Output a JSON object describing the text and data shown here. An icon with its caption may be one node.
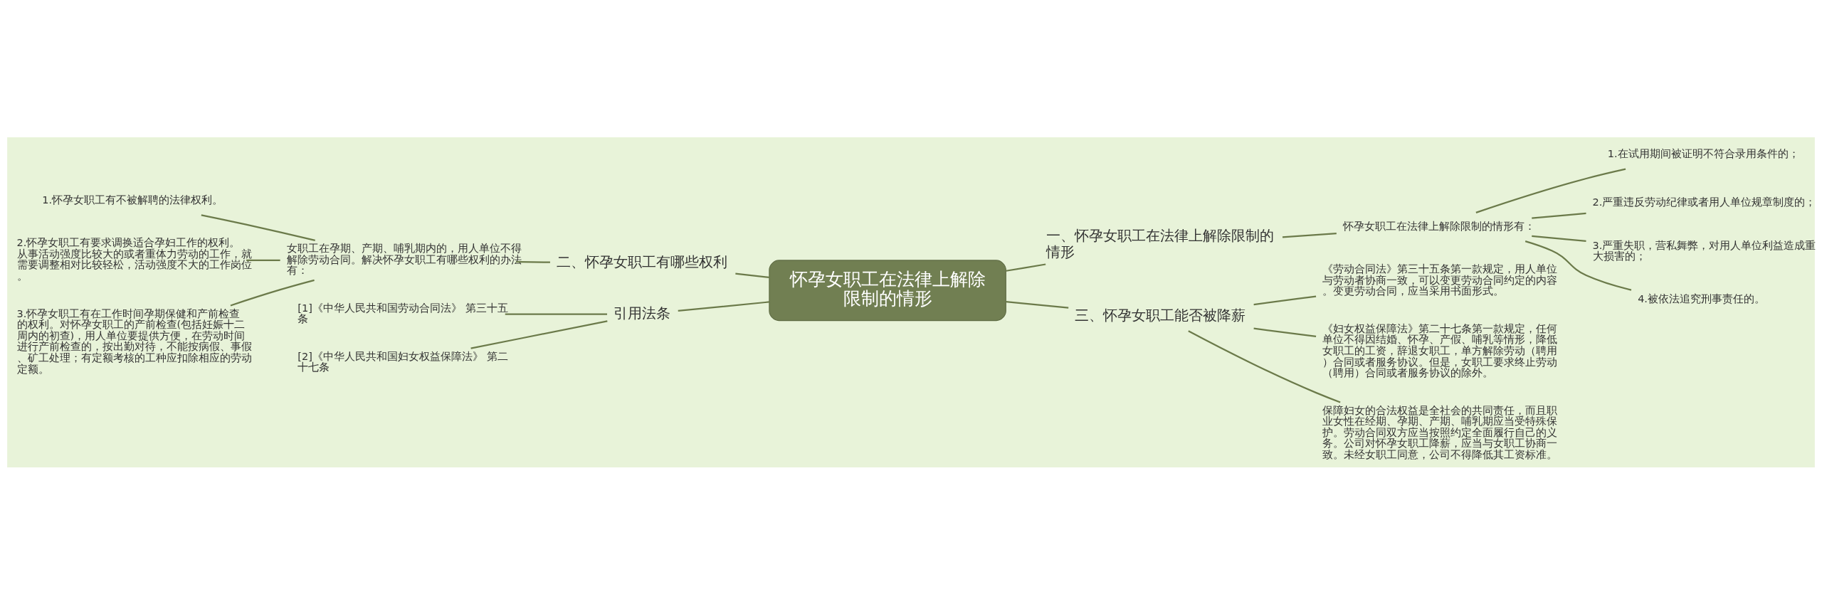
{
  "diagram": {
    "nodes": [
      {
        "text": [
          "怀孕女职工在法律上解除限制的情形"
        ]
      },
      {
        "text": [
          "一、怀孕女职工在法律上解除限制的情形"
        ]
      },
      {
        "text": [
          "怀孕女职工在法律上解除限制的情形有："
        ]
      },
      {
        "text": [
          "1.在试用期间被证明不符合录用条件的；"
        ]
      },
      {
        "text": [
          "2.严重违反劳动纪律或者用人单位规章制度的；"
        ]
      },
      {
        "text": [
          "3.严重失职，营私舞弊，对用人单位利益造成重大损害的；"
        ]
      },
      {
        "text": [
          "4.被依法追究刑事责任的。"
        ]
      },
      {
        "text": [
          "三、怀孕女职工能否被降薪"
        ]
      },
      {
        "text": [
          "《劳动合同法》第三十五条第一款规定，用人单位与劳动者协商一致，可以变更劳动合同约定的内容。变更劳动合同，应当采用书面形式。"
        ]
      },
      {
        "text": [
          "《妇女权益保障法》第二十七条第一款规定，任何单位不得因结婚、怀孕、产假、哺乳等情形，降低女职工的工资，辞退女职工，单方解除劳动（聘用）合同或者服务协议。但是，女职工要求终止劳动（聘用）合同或者服务协议的除外。"
        ]
      },
      {
        "text": [
          "保障妇女的合法权益是全社会的共同责任，而且职业女性在经期、孕期、产期、哺乳期应当受特殊保护。劳动合同双方应当按照约定全面履行自己的义务。公司对怀孕女职工降薪，应当与女职工协商一致。未经女职工同意，公司不得降低其工资标准。"
        ]
      },
      {
        "text": [
          "二、怀孕女职工有哪些权利"
        ]
      },
      {
        "text": [
          "女职工在孕期、产期、哺乳期内的，用人单位不得解除劳动合同。解决怀孕女职工有哪些权利的办法有："
        ]
      },
      {
        "text": [
          "1.怀孕女职工有不被解聘的法律权利。"
        ]
      },
      {
        "text": [
          "2.怀孕女职工有要求调换适合孕妇工作的权利。从事活动强度比较大的或者重体力劳动的工作，就需要调整相对比较轻松，活动强度不大的工作岗位。"
        ]
      },
      {
        "text": [
          "3.怀孕女职工有在工作时间孕期保健和产前检查的权利。对怀孕女职工的产前检查(包括妊娠十二周内的初查)，用人单位要提供方便，在劳动时间进行产前检查的，按出勤对待，不能按病假、事假、矿工处理；有定额考核的工种应扣除相应的劳动定额。"
        ]
      },
      {
        "text": [
          "引用法条"
        ]
      },
      {
        "text": [
          "[1]《中华人民共和国劳动合同法》 第三十五条"
        ]
      },
      {
        "text": [
          "[2]《中华人民共和国妇女权益保障法》 第二十七条"
        ]
      }
    ],
    "edges": [
      {
        "from": 0,
        "to": 1,
        "arrow": "none"
      },
      {
        "from": 1,
        "to": 2,
        "arrow": "none"
      },
      {
        "from": 2,
        "to": 3,
        "arrow": "none"
      },
      {
        "from": 2,
        "to": 4,
        "arrow": "none"
      },
      {
        "from": 2,
        "to": 5,
        "arrow": "none"
      },
      {
        "from": 2,
        "to": 6,
        "arrow": "none"
      },
      {
        "from": 0,
        "to": 7,
        "arrow": "none"
      },
      {
        "from": 7,
        "to": 8,
        "arrow": "none"
      },
      {
        "from": 7,
        "to": 9,
        "arrow": "none"
      },
      {
        "from": 7,
        "to": 10,
        "arrow": "none"
      },
      {
        "from": 11,
        "to": 0,
        "arrow": "none"
      },
      {
        "from": 12,
        "to": 11,
        "arrow": "none"
      },
      {
        "from": 13,
        "to": 12,
        "arrow": "none"
      },
      {
        "from": 14,
        "to": 12,
        "arrow": "none"
      },
      {
        "from": 15,
        "to": 12,
        "arrow": "none"
      },
      {
        "from": 16,
        "to": 0,
        "arrow": "none"
      },
      {
        "from": 17,
        "to": 16,
        "arrow": "none"
      },
      {
        "from": 18,
        "to": 16,
        "arrow": "none"
      }
    ]
  }
}
